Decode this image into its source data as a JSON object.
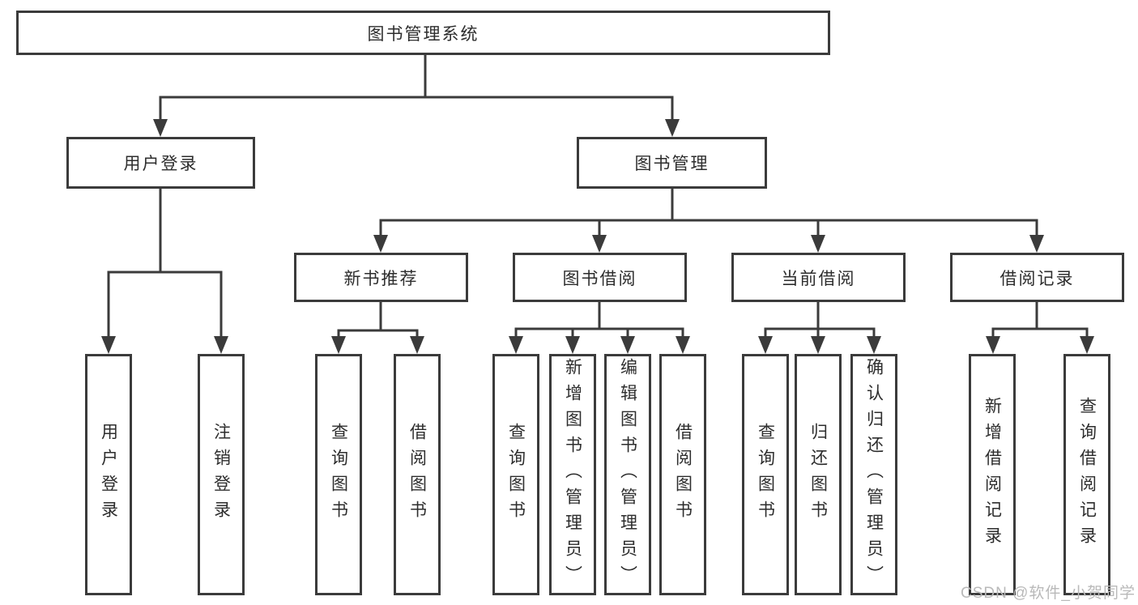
{
  "diagram": {
    "root": {
      "label": "图书管理系统"
    },
    "level2": [
      {
        "label": "用户登录"
      },
      {
        "label": "图书管理"
      }
    ],
    "level3": [
      {
        "label": "新书推荐"
      },
      {
        "label": "图书借阅"
      },
      {
        "label": "当前借阅"
      },
      {
        "label": "借阅记录"
      }
    ],
    "leaves_user_login": [
      {
        "label": "用户登录"
      },
      {
        "label": "注销登录"
      }
    ],
    "leaves_new_books": [
      {
        "label": "查询图书"
      },
      {
        "label": "借阅图书"
      }
    ],
    "leaves_book_borrow": [
      {
        "label": "查询图书"
      },
      {
        "label": "新增图书（管理员）"
      },
      {
        "label": "编辑图书（管理员）"
      },
      {
        "label": "借阅图书"
      }
    ],
    "leaves_current_borrow": [
      {
        "label": "查询图书"
      },
      {
        "label": "归还图书"
      },
      {
        "label": "确认归还（管理员）"
      }
    ],
    "leaves_borrow_records": [
      {
        "label": "新增借阅记录"
      },
      {
        "label": "查询借阅记录"
      }
    ],
    "watermark": "CSDN @软件_小贺同学",
    "colors": {
      "line": "#3b3b3b",
      "text": "#2d2d2d",
      "background": "#ffffff",
      "watermark": "#b9b9b9"
    }
  }
}
